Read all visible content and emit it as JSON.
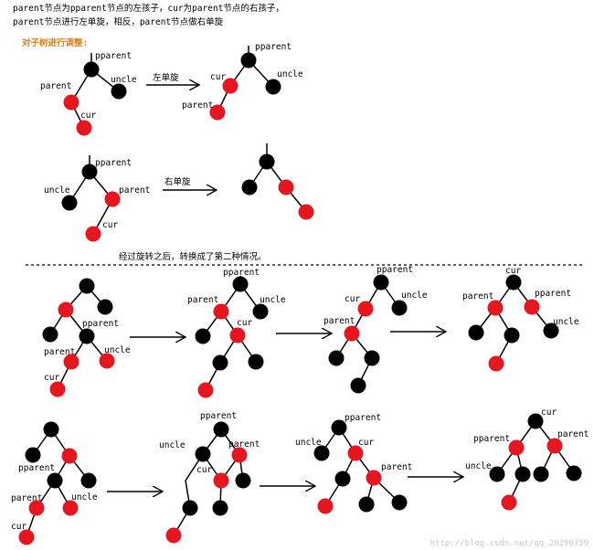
{
  "intro_lines": [
    "parent节点为pparent节点的左孩子，cur为parent节点的右孩子，",
    "parent节点进行左单旋，相反，parent节点做右单旋"
  ],
  "section_title": "对子树进行调整:",
  "mid_note": "经过旋转之后，转换成了第二种情况。",
  "watermark": "http://blog.csdn.net/qq_29290759",
  "colors": {
    "red_node": "#e5161f",
    "black_node": "#000000",
    "title_accent": "#e07d10"
  },
  "labels": {
    "pparent": "pparent",
    "parent": "parent",
    "cur": "cur",
    "uncle": "uncle",
    "rotate_left": "左单旋",
    "rotate_right": "右单旋"
  }
}
